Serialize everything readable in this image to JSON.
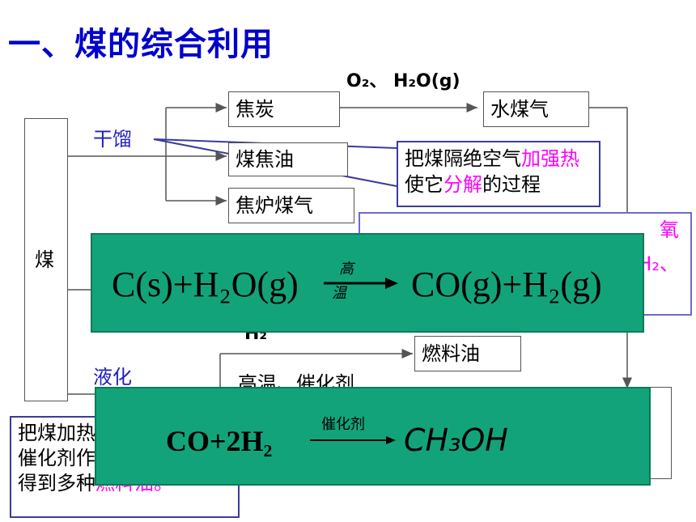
{
  "title": "一、煤的综合利用",
  "top_formula": "O₂、 H₂O(g)",
  "coal": "煤",
  "dry_distillation": "干馏",
  "liquefaction": "液化",
  "products": {
    "coke": "焦炭",
    "coal_tar": "煤焦油",
    "coke_oven_gas": "焦炉煤气",
    "water_gas": "水煤气",
    "fuel_oil": "燃料油"
  },
  "h2_label": "H₂",
  "cond_label": "高温、催化剂",
  "note_dry": {
    "part1": "把煤隔绝空气",
    "hl1": "加强热",
    "part2": "使它",
    "hl2": "分解",
    "part3": "的过程"
  },
  "note_liq": {
    "line1": "把煤加热",
    "line2": "催化剂作",
    "line3_a": "得到多种",
    "line3_hl": "燃料油",
    "line3_b": "。"
  },
  "right_note_fragment_1": "氧",
  "right_note_fragment_2": "H₂、",
  "eq1": {
    "left": "C(s)+H₂O(g)",
    "cond_top": "高",
    "cond_bottom": "温",
    "right": "CO(g)+H₂(g)"
  },
  "eq2": {
    "left": "CO+2H₂",
    "cond": "催化剂",
    "right": "CH₃OH"
  }
}
